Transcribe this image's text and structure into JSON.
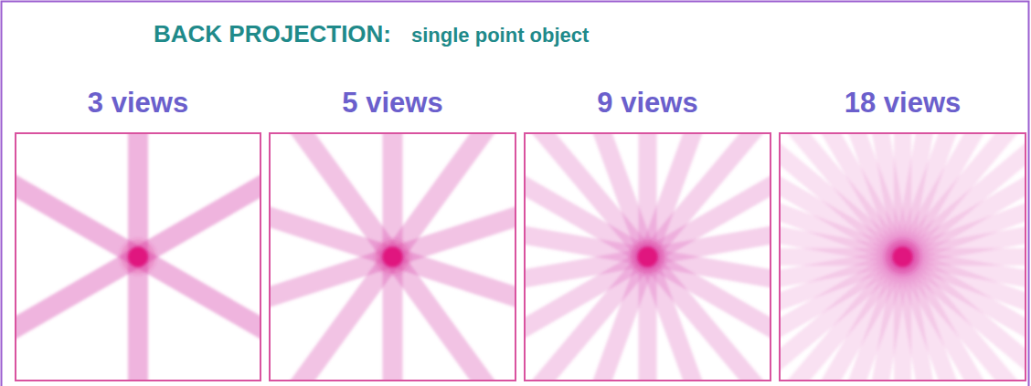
{
  "diagram": {
    "title": "BACK PROJECTION:",
    "nodes": [
      {
        "text": [
          "3 views"
        ]
      },
      {
        "text": [
          "5 views"
        ]
      },
      {
        "text": [
          "9 views"
        ]
      },
      {
        "text": [
          "18 views"
        ]
      }
    ],
    "labels": [
      "single point object"
    ]
  }
}
